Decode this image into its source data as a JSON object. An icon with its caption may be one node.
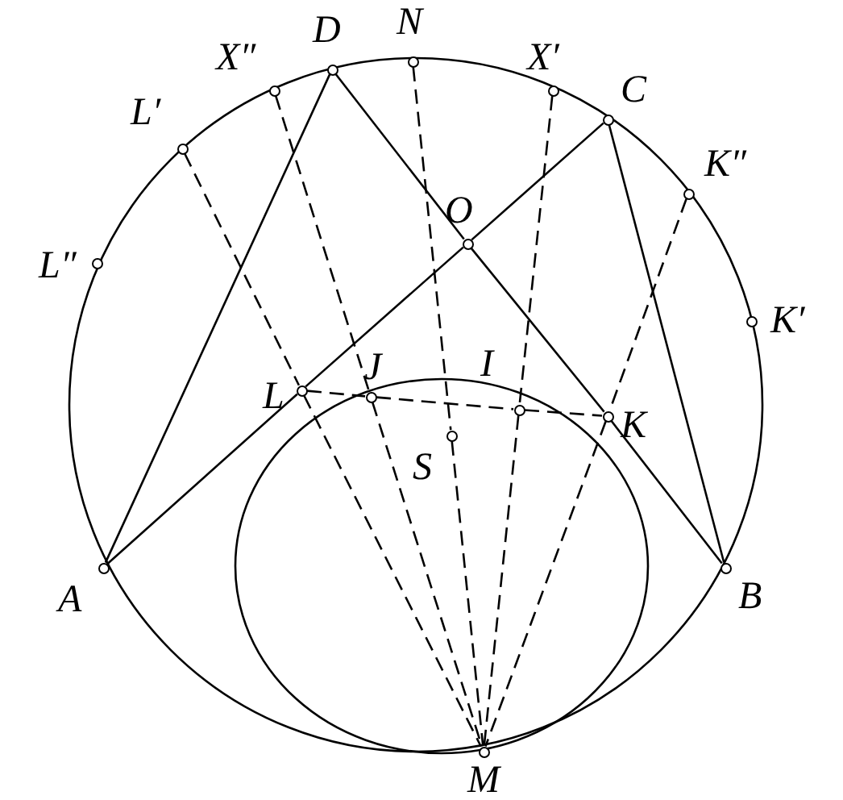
{
  "diagram": {
    "nodes": [
      {
        "text": [
          "A"
        ]
      },
      {
        "text": [
          "B"
        ]
      },
      {
        "text": [
          "C"
        ]
      },
      {
        "text": [
          "D"
        ]
      },
      {
        "text": [
          "N"
        ]
      },
      {
        "text": [
          "X″"
        ]
      },
      {
        "text": [
          "X′"
        ]
      },
      {
        "text": [
          "L′"
        ]
      },
      {
        "text": [
          "L″"
        ]
      },
      {
        "text": [
          "K″"
        ]
      },
      {
        "text": [
          "K′"
        ]
      },
      {
        "text": [
          "O"
        ]
      },
      {
        "text": [
          "L"
        ]
      },
      {
        "text": [
          "J"
        ]
      },
      {
        "text": [
          "I"
        ]
      },
      {
        "text": [
          "K"
        ]
      },
      {
        "text": [
          "S"
        ]
      },
      {
        "text": [
          "M"
        ]
      }
    ],
    "edges": [
      {
        "from": 0,
        "to": 12,
        "arrow": "none"
      },
      {
        "from": 12,
        "to": 11,
        "arrow": "none"
      },
      {
        "from": 11,
        "to": 2,
        "arrow": "none"
      },
      {
        "from": 0,
        "to": 3,
        "arrow": "none"
      },
      {
        "from": 3,
        "to": 11,
        "arrow": "none"
      },
      {
        "from": 11,
        "to": 15,
        "arrow": "none"
      },
      {
        "from": 15,
        "to": 1,
        "arrow": "none"
      },
      {
        "from": 2,
        "to": 1,
        "arrow": "none"
      },
      {
        "from": 12,
        "to": 13,
        "arrow": "none",
        "style": "dashed"
      },
      {
        "from": 13,
        "to": 14,
        "arrow": "none",
        "style": "dashed"
      },
      {
        "from": 14,
        "to": 15,
        "arrow": "none",
        "style": "dashed"
      },
      {
        "from": 7,
        "to": 12,
        "arrow": "none",
        "style": "dashed"
      },
      {
        "from": 12,
        "to": 17,
        "arrow": "none",
        "style": "dashed"
      },
      {
        "from": 5,
        "to": 13,
        "arrow": "none",
        "style": "dashed"
      },
      {
        "from": 13,
        "to": 17,
        "arrow": "none",
        "style": "dashed"
      },
      {
        "from": 4,
        "to": 16,
        "arrow": "none",
        "style": "dashed"
      },
      {
        "from": 16,
        "to": 17,
        "arrow": "none",
        "style": "dashed"
      },
      {
        "from": 6,
        "to": 14,
        "arrow": "none",
        "style": "dashed"
      },
      {
        "from": 14,
        "to": 17,
        "arrow": "none",
        "style": "dashed"
      },
      {
        "from": 9,
        "to": 15,
        "arrow": "none",
        "style": "dashed"
      },
      {
        "from": 15,
        "to": 17,
        "arrow": "none",
        "style": "dashed"
      }
    ]
  }
}
